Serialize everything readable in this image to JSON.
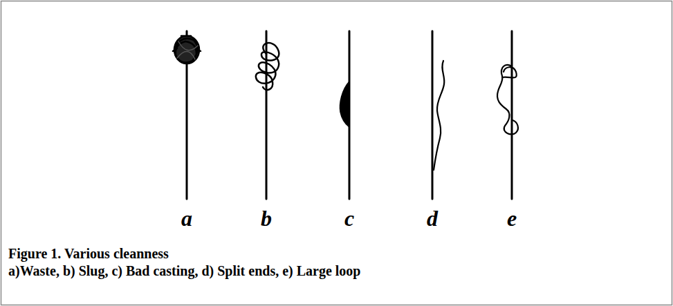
{
  "diagram": {
    "caption": "Figure 1. Various cleanness",
    "labels": [
      "a",
      "b",
      "c",
      "d",
      "e",
      "a)Waste, b) Slug, c) Bad casting, d) Split ends, e) Large loop"
    ]
  }
}
